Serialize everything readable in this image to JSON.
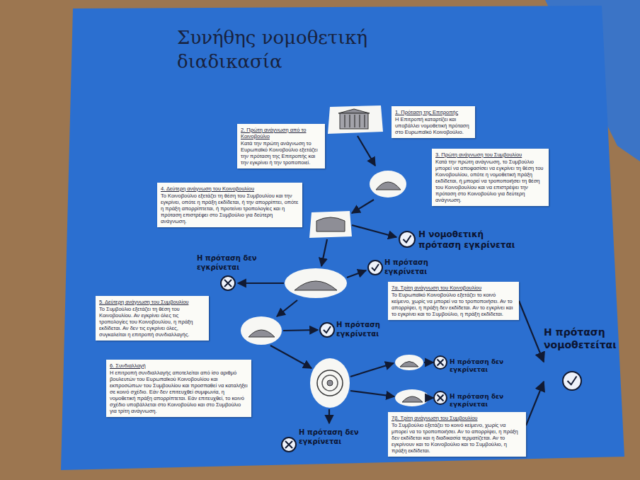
{
  "diagram": {
    "title": "Συνήθης νομοθετική διαδικασία",
    "nodes": [
      {
        "text": [
          "1. Πρόταση της Επιτροπής",
          "Η Επιτροπή καταρτίζει και υποβάλλει νομοθετική πρόταση στο Ευρωπαϊκό Κοινοβούλιο."
        ]
      },
      {
        "text": [
          "2. Πρώτη ανάγνωση από το Κοινοβούλιο",
          "Κατά την πρώτη ανάγνωση το Ευρωπαϊκό Κοινοβούλιο εξετάζει την πρόταση της Επιτροπής και την εγκρίνει ή την τροποποιεί."
        ]
      },
      {
        "text": [
          "3. Πρώτη ανάγνωση του Συμβουλίου",
          "Κατά την πρώτη ανάγνωση, το Συμβούλιο μπορεί να αποφασίσει να εγκρίνει τη θέση του Κοινοβουλίου, οπότε η νομοθετική πράξη εκδίδεται, ή μπορεί να τροποποιήσει τη θέση του Κοινοβουλίου και να επιστρέψει την πρόταση στο Κοινοβούλιο για δεύτερη ανάγνωση."
        ]
      },
      {
        "text": [
          "4. Δεύτερη ανάγνωση του Κοινοβουλίου",
          "Το Κοινοβούλιο εξετάζει τη θέση του Συμβουλίου και την εγκρίνει, οπότε η πράξη εκδίδεται, ή την απορρίπτει, οπότε η πράξη απορρίπτεται, ή προτείνει τροπολογίες και η πρόταση επιστρέφει στο Συμβούλιο για δεύτερη ανάγνωση."
        ]
      },
      {
        "text": [
          "5. Δεύτερη ανάγνωση του Συμβουλίου",
          "Το Συμβούλιο εξετάζει τη θέση του Κοινοβουλίου. Αν εγκρίνει όλες τις τροπολογίες του Κοινοβουλίου, η πράξη εκδίδεται. Αν δεν τις εγκρίνει όλες, συγκαλείται η επιτροπή συνδιαλλαγής."
        ]
      },
      {
        "text": [
          "6. Συνδιαλλαγή",
          "Η επιτροπή συνδιαλλαγής αποτελείται από ίσο αριθμό βουλευτών του Ευρωπαϊκού Κοινοβουλίου και εκπροσώπων του Συμβουλίου και προσπαθεί να καταλήξει σε κοινό σχέδιο. Εάν δεν επιτευχθεί συμφωνία, η νομοθετική πράξη απορρίπτεται. Εάν επιτευχθεί, το κοινό σχέδιο υποβάλλεται στο Κοινοβούλιο και στο Συμβούλιο για τρίτη ανάγνωση."
        ]
      },
      {
        "text": [
          "7α. Τρίτη ανάγνωση του Κοινοβουλίου",
          "Το Ευρωπαϊκό Κοινοβούλιο εξετάζει το κοινό κείμενο, χωρίς να μπορεί να το τροποποιήσει. Αν το απορρίψει, η πράξη δεν εκδίδεται. Αν το εγκρίνει και το εγκρίνει και το Συμβούλιο, η πράξη εκδίδεται."
        ]
      },
      {
        "text": [
          "7β. Τρίτη ανάγνωση του Συμβουλίου",
          "Το Συμβούλιο εξετάζει το κοινό κείμενο, χωρίς να μπορεί να το τροποποιήσει. Αν το απορρίψει, η πράξη δεν εκδίδεται και η διαδικασία τερματίζεται. Αν το εγκρίνουν και το Κοινοβούλιο και το Συμβούλιο, η πράξη εκδίδεται."
        ]
      },
      {
        "text": [
          "Η νομοθετική πρόταση εγκρίνεται"
        ]
      },
      {
        "text": [
          "Η πρόταση δεν εγκρίνεται"
        ]
      },
      {
        "text": [
          "Η πρόταση εγκρίνεται"
        ]
      },
      {
        "text": [
          "Η πρόταση εγκρίνεται"
        ]
      },
      {
        "text": [
          "Η πρόταση δεν εγκρίνεται"
        ]
      },
      {
        "text": [
          "Η πρόταση δεν εγκρίνεται"
        ]
      },
      {
        "text": [
          "Η πρόταση δεν εγκρίνεται"
        ]
      },
      {
        "text": [
          "Η πρόταση νομοθετείται"
        ]
      }
    ],
    "edges": [
      {
        "from": 6,
        "to": 15,
        "arrow": "to"
      },
      {
        "from": 7,
        "to": 15,
        "arrow": "to"
      }
    ]
  }
}
